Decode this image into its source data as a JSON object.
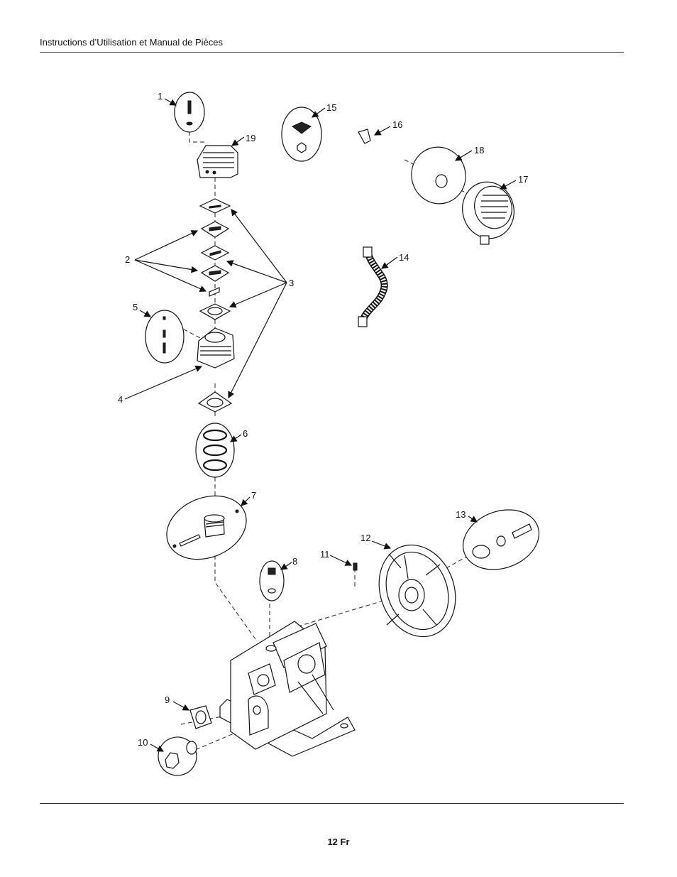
{
  "header": {
    "title": "Instructions d’Utilisation et Manual de Pièces"
  },
  "footer": {
    "page": "12 Fr"
  },
  "callouts": {
    "c1": "1",
    "c2": "2",
    "c3": "3",
    "c4": "4",
    "c5": "5",
    "c6": "6",
    "c7": "7",
    "c8": "8",
    "c9": "9",
    "c10": "10",
    "c11": "11",
    "c12": "12",
    "c13": "13",
    "c14": "14",
    "c15": "15",
    "c16": "16",
    "c17": "17",
    "c18": "18",
    "c19": "19"
  }
}
